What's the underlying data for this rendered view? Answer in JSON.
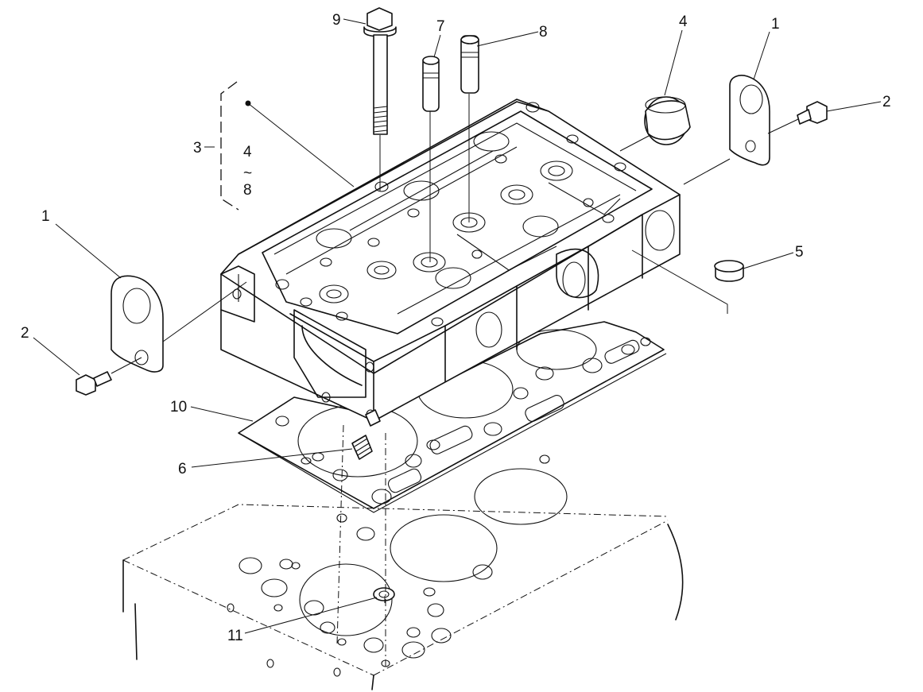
{
  "callouts": {
    "c1_left": "1",
    "c1_right": "1",
    "c2_left": "2",
    "c2_right": "2",
    "c3": "3",
    "c3_range_from": "4",
    "c3_range_sep": "~",
    "c3_range_to": "8",
    "c4": "4",
    "c5": "5",
    "c6": "6",
    "c7": "7",
    "c8": "8",
    "c9": "9",
    "c10": "10",
    "c11": "11"
  }
}
